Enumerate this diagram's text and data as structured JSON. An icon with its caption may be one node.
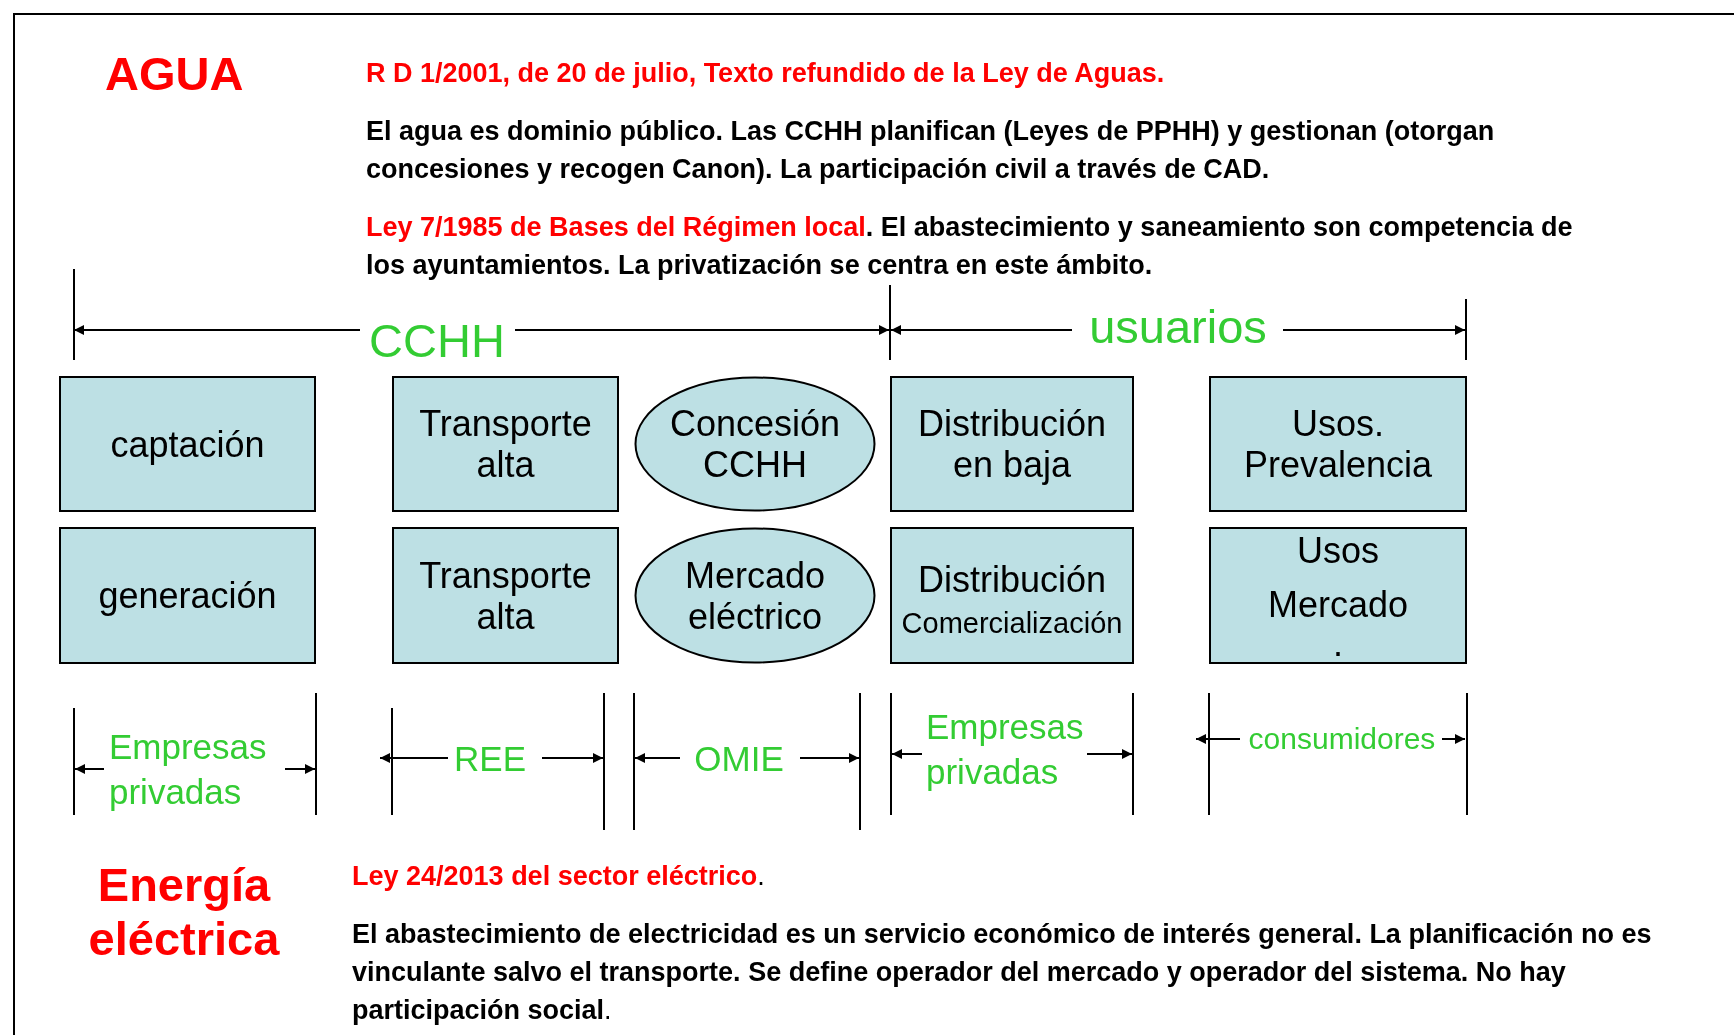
{
  "diagram": {
    "nodes": [
      {
        "text": [
          "captación"
        ]
      },
      {
        "text": [
          "Transporte alta"
        ]
      },
      {
        "text": [
          "Concesión CCHH"
        ]
      },
      {
        "text": [
          "Distribución en baja"
        ]
      },
      {
        "text": [
          "Usos. Prevalencia"
        ]
      },
      {
        "text": [
          "generación"
        ]
      },
      {
        "text": [
          "Transporte alta"
        ]
      },
      {
        "text": [
          "Mercado eléctrico"
        ]
      },
      {
        "text": [
          "Distribución",
          "Comercialización"
        ]
      },
      {
        "text": [
          "Usos Mercado",
          "."
        ]
      }
    ],
    "labels": [
      "AGUA",
      "R D 1/2001, de 20 de julio, Texto refundido de la Ley de Aguas.",
      "El agua es dominio público. Las CCHH planifican (Leyes de PPHH) y gestionan (otorgan concesiones y recogen Canon). La participación civil a través de CAD.",
      "Ley 7/1985 de Bases del Régimen local",
      ". El abastecimiento y saneamiento son competencia de los ayuntamientos. La privatización se centra en este ámbito.",
      "CCHH",
      "usuarios",
      "Empresas privadas",
      "REE",
      "OMIE",
      "Empresas privadas",
      "consumidores",
      "Energía eléctrica",
      "**Ley 24/2013 del sector eléctrico**.",
      "**El abastecimiento de electricidad es un servicio económico de interés general. La planificación no es vinculante salvo el transporte. Se define operador del mercado y operador del sistema. No hay participación social**."
    ]
  }
}
